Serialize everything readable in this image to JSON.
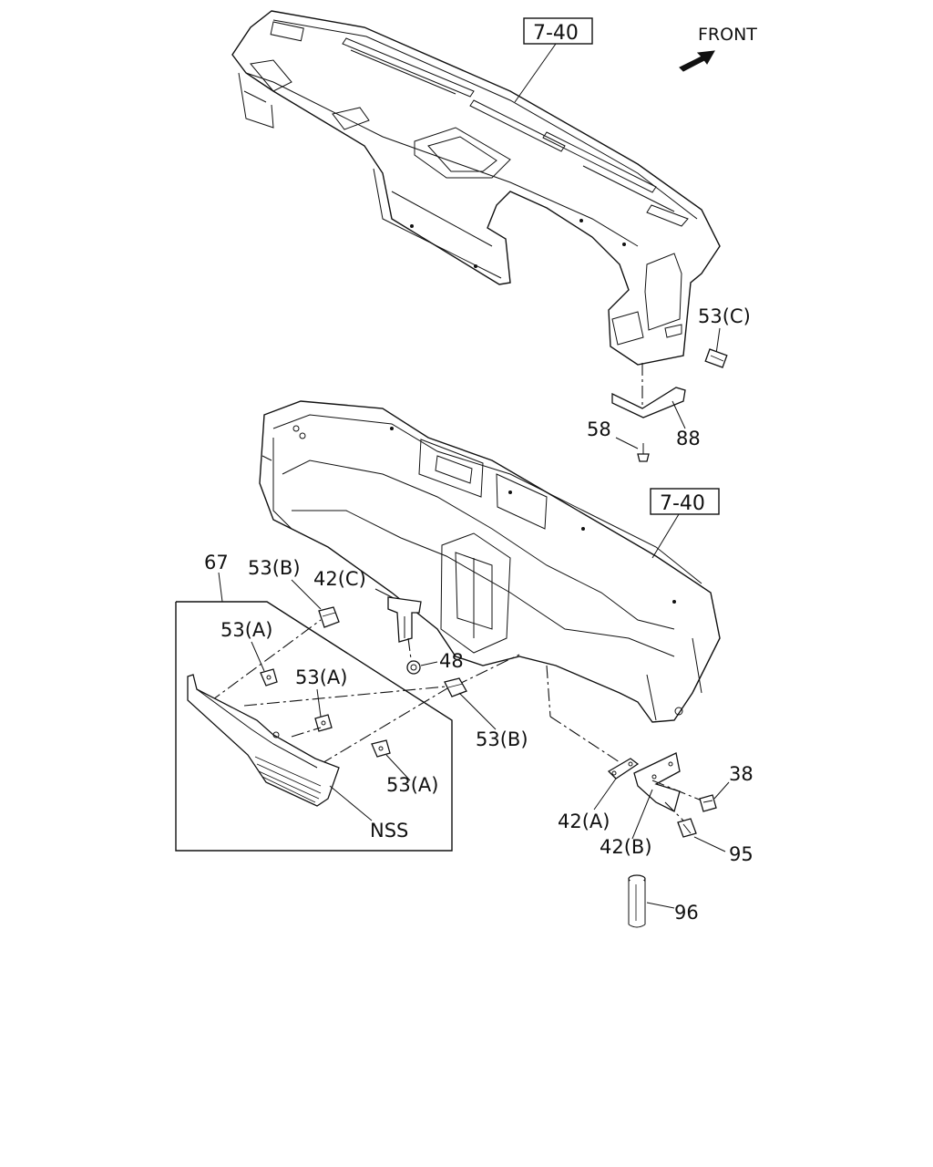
{
  "header": {
    "front_label": "FRONT"
  },
  "callouts": {
    "ref_upper": "7-40",
    "ref_lower": "7-40",
    "p53c": "53(C)",
    "p58": "58",
    "p88": "88",
    "p67": "67",
    "p53b_top": "53(B)",
    "p42c": "42(C)",
    "p53a_1": "53(A)",
    "p53a_2": "53(A)",
    "p48": "48",
    "p53b_bot": "53(B)",
    "p53a_3": "53(A)",
    "nss": "NSS",
    "p38": "38",
    "p42a": "42(A)",
    "p42b": "42(B)",
    "p95": "95",
    "p96": "96"
  }
}
